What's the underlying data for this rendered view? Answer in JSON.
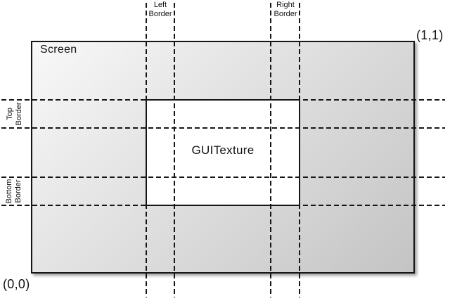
{
  "diagram": {
    "screen_label": "Screen",
    "texture_label": "GUITexture",
    "coords": {
      "origin": "(0,0)",
      "top_right": "(1,1)"
    },
    "borders": {
      "left": {
        "line1": "Left",
        "line2": "Border"
      },
      "right": {
        "line1": "Right",
        "line2": "Border"
      },
      "top": {
        "line1": "Top",
        "line2": "Border"
      },
      "bottom": {
        "line1": "Bottom",
        "line2": "Border"
      }
    },
    "colors": {
      "line": "#161616",
      "screen_gradient_start": "#f8f8f8",
      "screen_gradient_end": "#c4c4c4",
      "texture_fill": "#ffffff"
    }
  }
}
